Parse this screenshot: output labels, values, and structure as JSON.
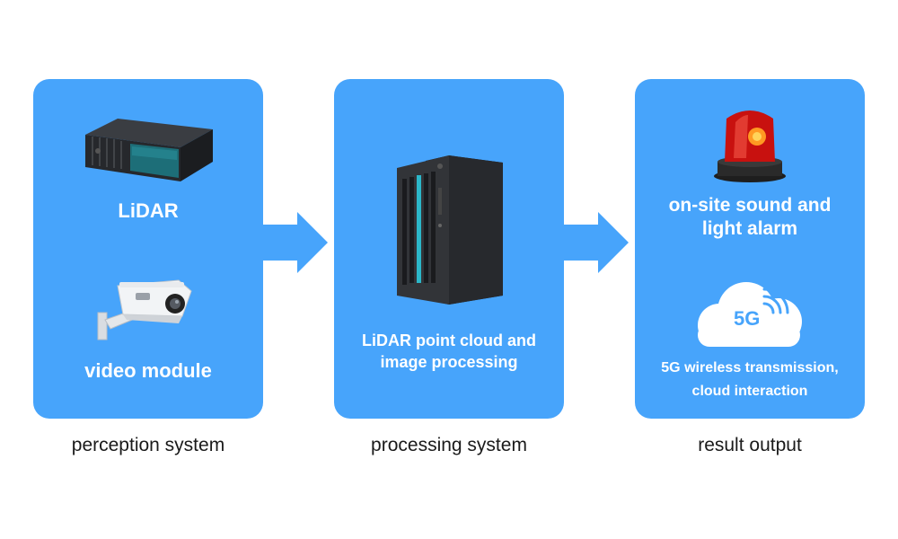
{
  "perception": {
    "device_1_label": "LiDAR",
    "device_2_label": "video module",
    "caption": "perception system"
  },
  "processing": {
    "label_line_1": "LiDAR point cloud and",
    "label_line_2": "image processing",
    "caption": "processing system"
  },
  "result": {
    "alarm_line_1": "on-site sound and",
    "alarm_line_2": "light alarm",
    "cloud_badge": "5G",
    "transmission_line_1": "5G wireless transmission,",
    "transmission_line_2": "cloud interaction",
    "caption": "result output"
  },
  "colors": {
    "panel": "#47a4fb",
    "text_on_panel": "#ffffff",
    "caption": "#1a1a1a"
  },
  "icons": [
    "lidar-device-icon",
    "security-camera-icon",
    "tower-pc-icon",
    "alarm-beacon-icon",
    "cloud-5g-icon",
    "arrow-right-icon"
  ]
}
